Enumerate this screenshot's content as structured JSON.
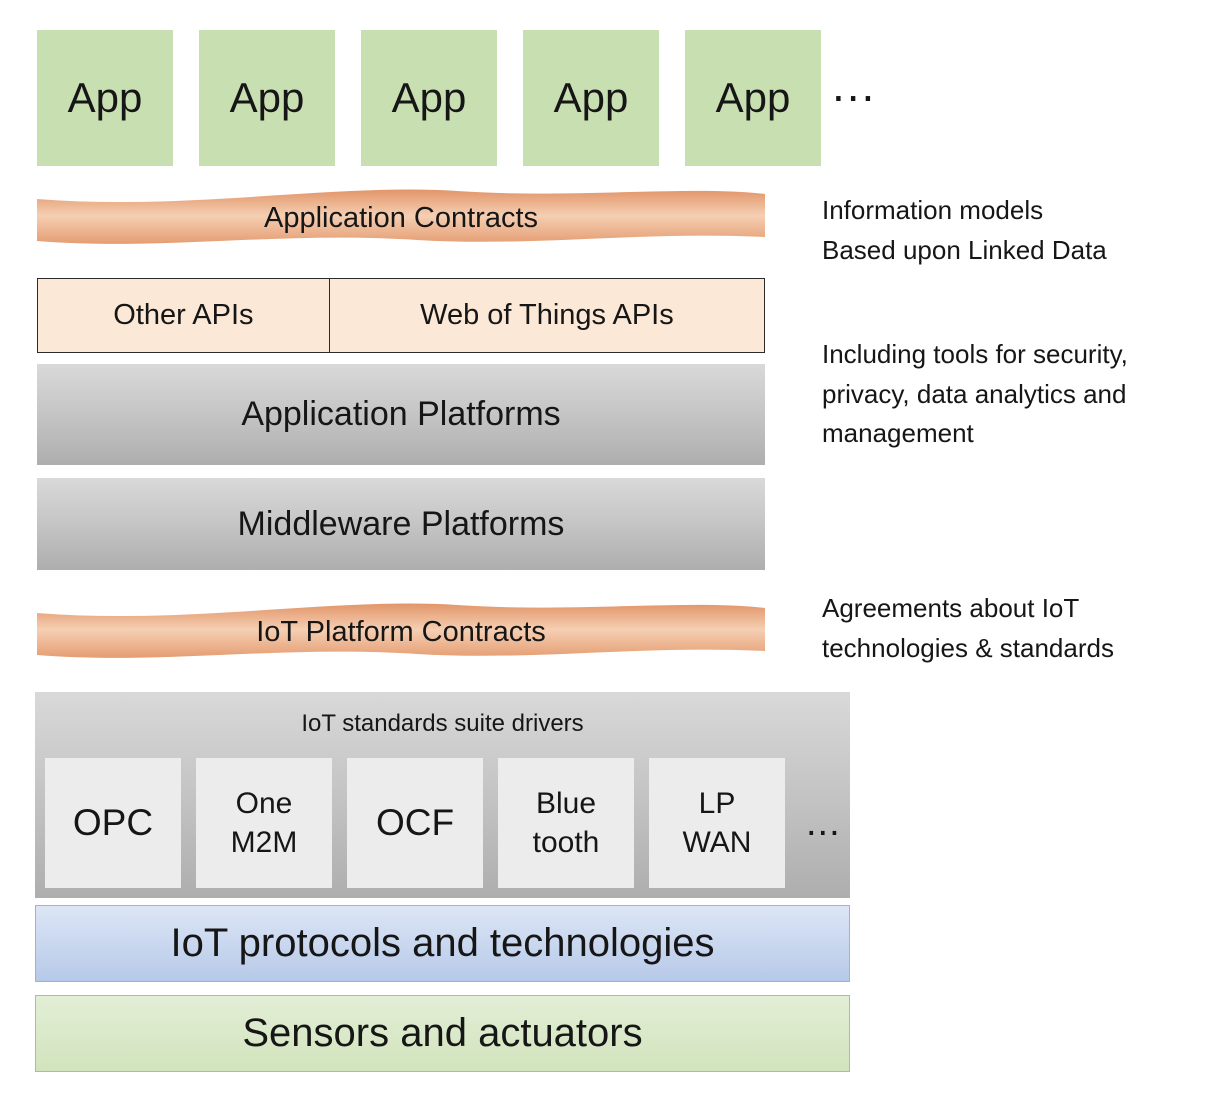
{
  "apps": {
    "items": [
      "App",
      "App",
      "App",
      "App",
      "App"
    ],
    "more": "..."
  },
  "contracts": {
    "application": "Application Contracts",
    "iot_platform": "IoT Platform Contracts"
  },
  "annotations": {
    "information_models": "Information models\nBased upon Linked Data",
    "including_tools": "Including tools for security,\nprivacy, data analytics and\nmanagement",
    "agreements": "Agreements about IoT\ntechnologies & standards"
  },
  "apis": {
    "other": "Other APIs",
    "wot": "Web of Things APIs"
  },
  "platforms": {
    "application": "Application Platforms",
    "middleware": "Middleware Platforms"
  },
  "drivers": {
    "title": "IoT standards suite drivers",
    "items": [
      "OPC",
      "One\nM2M",
      "OCF",
      "Blue\ntooth",
      "LP\nWAN"
    ],
    "more": "..."
  },
  "stack": {
    "protocols": "IoT protocols and technologies",
    "sensors": "Sensors and actuators"
  },
  "colors": {
    "app_green": "#c8dfb2",
    "banner_orange_dark": "#e29569",
    "banner_orange_light": "#f5cfb3",
    "api_cream": "#fce8d6",
    "platform_gray_light": "#d9d9d9",
    "platform_gray_dark": "#aeaeae",
    "driver_box": "#ececec",
    "protocols_blue_light": "#dce6f5",
    "protocols_blue_dark": "#b7c9e9",
    "sensors_green": "#d2e4bd"
  }
}
